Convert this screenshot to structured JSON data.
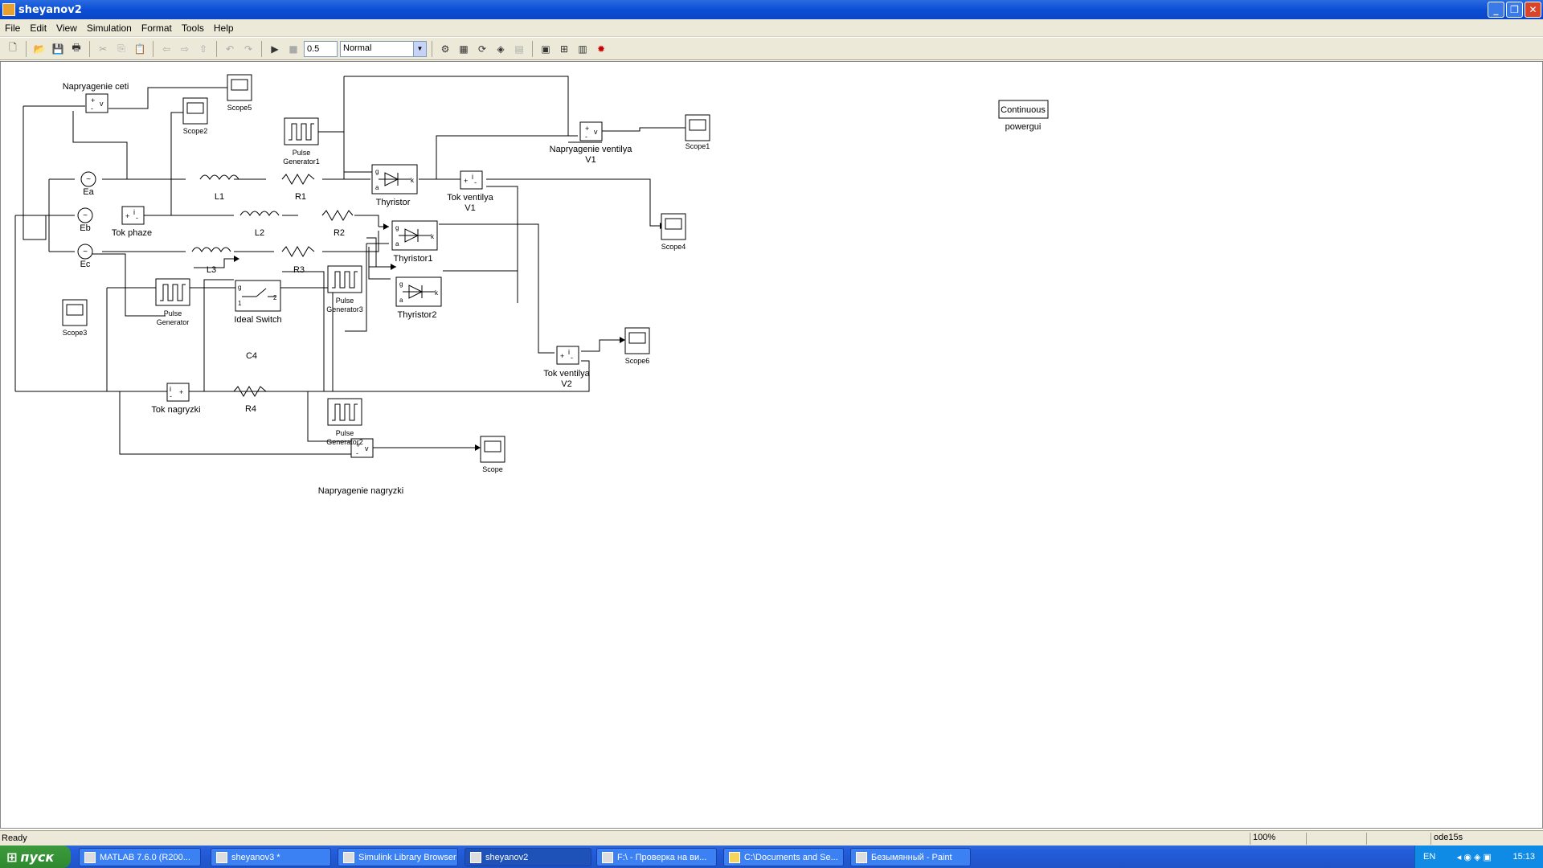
{
  "window": {
    "title": "sheyanov2"
  },
  "menu": [
    "File",
    "Edit",
    "View",
    "Simulation",
    "Format",
    "Tools",
    "Help"
  ],
  "toolbar": {
    "stop_time": "0.5",
    "sim_mode": "Normal"
  },
  "blocks": {
    "napr_ceti": "Napryagenie ceti",
    "scope5": "Scope5",
    "scope2": "Scope2",
    "pulse_gen1_a": "Pulse",
    "pulse_gen1_b": "Generator1",
    "thyristor": "Thyristor",
    "napr_v1_a": "Napryagenie ventilya",
    "napr_v1_b": "V1",
    "scope1": "Scope1",
    "powergui_box": "Continuous",
    "powergui": "powergui",
    "ea": "Ea",
    "l1": "L1",
    "r1": "R1",
    "tok_v1_a": "Tok ventilya",
    "tok_v1_b": "V1",
    "eb": "Eb",
    "tok_phaze": "Tok phaze",
    "l2": "L2",
    "r2": "R2",
    "thyristor1": "Thyristor1",
    "scope4": "Scope4",
    "ec": "Ec",
    "l3": "L3",
    "r3": "R3",
    "pulse_gen3_a": "Pulse",
    "pulse_gen3_b": "Generator3",
    "thyristor2": "Thyristor2",
    "pulse_gen_a": "Pulse",
    "pulse_gen_b": "Generator",
    "ideal_switch": "Ideal Switch",
    "scope3": "Scope3",
    "c4": "C4",
    "tok_v2_a": "Tok ventilya",
    "tok_v2_b": "V2",
    "scope6": "Scope6",
    "tok_nagr": "Tok nagryzki",
    "r4": "R4",
    "pulse_gen2_a": "Pulse",
    "pulse_gen2_b": "Generator2",
    "napr_nagr": "Napryagenie nagryzki",
    "scope": "Scope"
  },
  "status": {
    "left": "Ready",
    "zoom": "100%",
    "solver": "ode15s"
  },
  "taskbar": {
    "start": "пуск",
    "items": [
      "MATLAB 7.6.0 (R200...",
      "sheyanov3 *",
      "Simulink Library Browser",
      "sheyanov2",
      "F:\\ - Проверка на ви...",
      "C:\\Documents and Se...",
      "Безымянный - Paint"
    ],
    "lang": "EN",
    "clock": "15:13"
  }
}
